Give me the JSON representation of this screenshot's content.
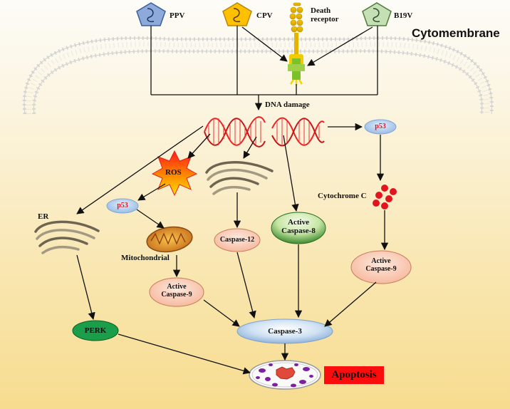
{
  "viruses": [
    {
      "label": "PPV",
      "color": "#8eaadb"
    },
    {
      "label": "CPV",
      "color": "#ffc000"
    },
    {
      "label": "B19V",
      "color": "#c5e0b4"
    }
  ],
  "labels": {
    "death_receptor": "Death\nreceptor",
    "cytomembrane": "Cytomembrane",
    "dna_damage": "DNA damage",
    "ros": "ROS",
    "p53_left": "p53",
    "p53_right": "p53",
    "er": "ER",
    "mitochondrial": "Mitochondrial",
    "caspase12": "Caspase-12",
    "active_caspase8": "Active\nCaspase-8",
    "cytochrome_c": "Cytochrome C",
    "active_caspase9_left": "Active\nCaspase-9",
    "active_caspase9_right": "Active\nCaspase-9",
    "perk": "PERK",
    "caspase3": "Caspase-3",
    "apoptosis": "Apoptosis"
  },
  "colors": {
    "membrane": "#d9d9d9",
    "caspase_pink": "#fbd4c0",
    "p53_blue": "#b4cfee",
    "perk_green": "#1a9e49",
    "apoptosis_red": "#fb0d0d"
  }
}
